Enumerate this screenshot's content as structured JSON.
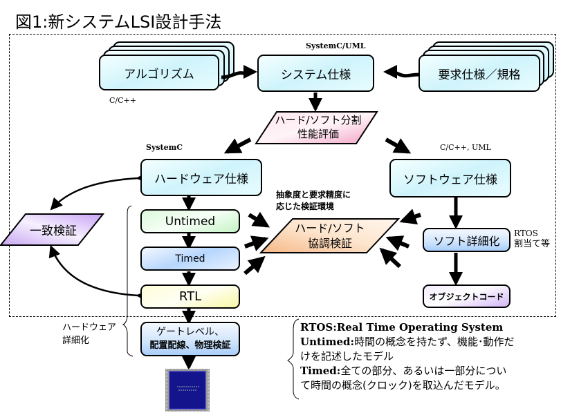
{
  "title": "図1:新システムLSI設計手法",
  "top_row": {
    "algorithm": {
      "label": "アルゴリズム",
      "lang": "C/C++"
    },
    "system_spec": {
      "label": "システム仕様",
      "lang": "SystemC/UML"
    },
    "requirements": {
      "label": "要求仕様／規格"
    }
  },
  "partition": {
    "line1": "ハード/ソフト分割",
    "line2": "性能評価"
  },
  "hardware_spec": {
    "label": "ハードウェア仕様",
    "lang": "SystemC"
  },
  "software_spec": {
    "label": "ソフトウェア仕様",
    "lang": "C/C++, UML"
  },
  "consistency_check": {
    "label": "一致検証"
  },
  "hw_levels": {
    "untimed": "Untimed",
    "timed": "Timed",
    "rtl": "RTL"
  },
  "cosim": {
    "note_line1": "抽象度と要求精度に",
    "note_line2": "応じた検証環境",
    "line1": "ハード/ソフト",
    "line2": "協調検証"
  },
  "soft_refine": {
    "label": "ソフト詳細化",
    "note_line1": "RTOS",
    "note_line2": "割当て等"
  },
  "object_code": {
    "label": "オブジェクトコード"
  },
  "gate_level": {
    "line1": "ゲートレベル、",
    "line2": "配置配線、物理検証"
  },
  "hw_refine_label": {
    "line1": "ハードウェア",
    "line2": "詳細化"
  },
  "chip": {
    "icon": "lsi-chip-icon"
  },
  "notes": [
    {
      "term": "RTOS:",
      "text": "Real Time Operating System"
    },
    {
      "term": "Untimed:",
      "text": "時間の概念を持たず、機能･動作だ"
    },
    {
      "term": "",
      "text": "けを記述したモデル"
    },
    {
      "term": "Timed:",
      "text": "全ての部分、あるいは一部分につい"
    },
    {
      "term": "",
      "text": "て時間の概念(クロック)を取込んだモデル。"
    }
  ]
}
